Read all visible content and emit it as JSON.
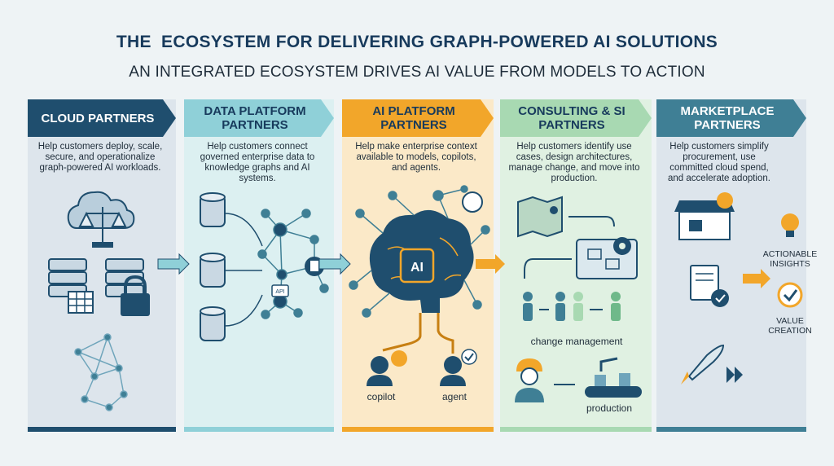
{
  "title": "THE  ECOSYSTEM FOR DELIVERING GRAPH-POWERED AI SOLUTIONS",
  "subtitle": "AN INTEGRATED ECOSYSTEM DRIVES AI VALUE FROM MODELS TO ACTION",
  "columns": [
    {
      "heading": "CLOUD PARTNERS",
      "description": "Help customers deploy, scale, secure, and operationalize graph-powered AI workloads.",
      "color": "#1f4e6e",
      "icons": [
        "cloud-icon",
        "scales-icon",
        "server-icon",
        "spreadsheet-icon",
        "lock-icon",
        "graph-mesh-icon"
      ]
    },
    {
      "heading": "DATA PLATFORM PARTNERS",
      "description": "Help customers connect governed enterprise data to knowledge graphs and AI systems.",
      "color": "#8fd0d8",
      "icons": [
        "database-icon",
        "network-icon",
        "document-icon",
        "api-icon"
      ]
    },
    {
      "heading": "AI PLATFORM PARTNERS",
      "description": "Help make enterprise context available to models, copilots, and agents.",
      "color": "#f2a62a",
      "labels": {
        "chip": "AI",
        "copilot": "copilot",
        "agent": "agent"
      },
      "icons": [
        "brain-icon",
        "chip-icon",
        "chat-icon",
        "headset-icon",
        "checkmark-bubble-icon"
      ]
    },
    {
      "heading": "CONSULTING & SI PARTNERS",
      "description": "Help customers identify use cases, design architectures, manage change, and move into production.",
      "color": "#a8d9b2",
      "labels": {
        "change": "change management",
        "production": "production"
      },
      "icons": [
        "map-icon",
        "blueprint-icon",
        "gear-icon",
        "people-icon",
        "worker-icon",
        "factory-icon"
      ]
    },
    {
      "heading": "MARKETPLACE PARTNERS",
      "description": "Help customers simplify procurement, use committed cloud spend, and accelerate adoption.",
      "color": "#3f7f95",
      "icons": [
        "storefront-icon",
        "contract-icon",
        "rocket-icon",
        "fast-forward-icon"
      ]
    }
  ],
  "outcomes": [
    {
      "label": "ACTIONABLE INSIGHTS",
      "icon": "lightbulb-icon"
    },
    {
      "label": "VALUE CREATION",
      "icon": "check-circle-icon"
    }
  ],
  "colors": {
    "navy": "#1f4e6e",
    "teal": "#3f7f95",
    "orange": "#f2a62a",
    "green": "#a8d9b2",
    "background": "#eef3f5"
  }
}
